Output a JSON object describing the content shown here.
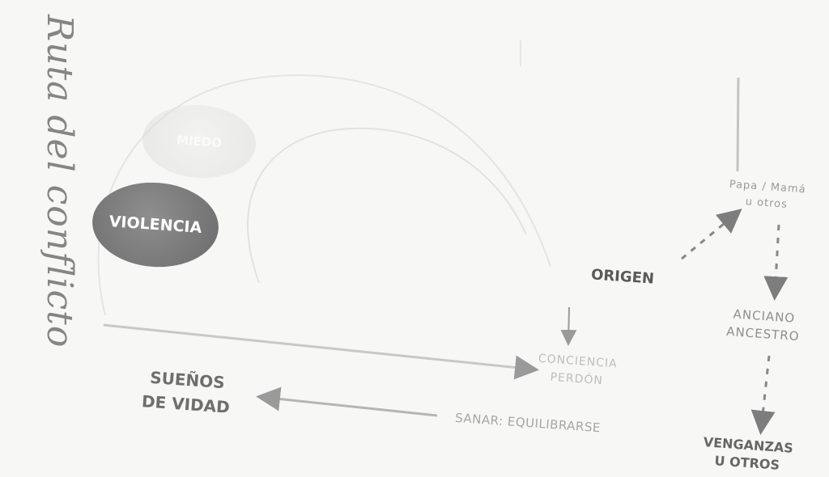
{
  "title": "Ruta del conflicto",
  "nodes": {
    "top_ellipse": "MIEDO",
    "violence": "VIOLENCIA",
    "origin": "ORIGEN",
    "parents": [
      "Papa / Mamá",
      "u otros"
    ],
    "elder": [
      "ANCIANO",
      "ANCESTRO"
    ],
    "awareness": [
      "CONCIENCIA",
      "PERDÓN"
    ],
    "dreams": [
      "SUEÑOS",
      "DE VIDAD"
    ],
    "heal": "SANAR: EQUILIBRARSE",
    "revenge": [
      "VENGANZAS",
      "U OTROS"
    ]
  },
  "colors": {
    "dark_text": "#5a5a5a",
    "light_text": "#9a9a9a",
    "arrow": "#8a8a8a",
    "ellipse": "#7a7a7a"
  }
}
